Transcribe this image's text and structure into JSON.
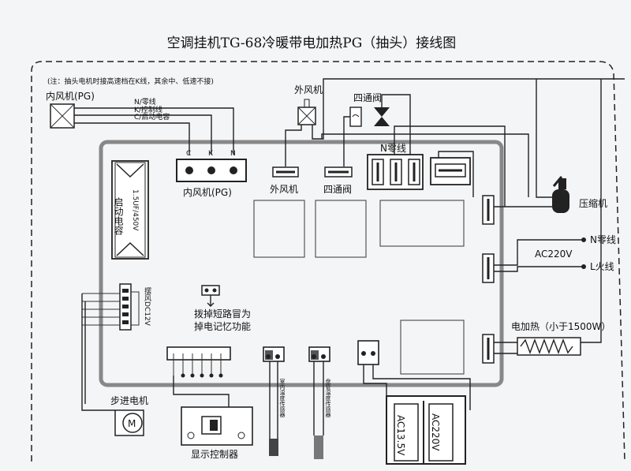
{
  "title": "空调挂机TG-68冷暖带电加热PG（抽头）接线图",
  "note": "(注：抽头电机时接高速档在K线，其余中、低速不接)",
  "indoor_fan": {
    "label": "内风机(PG)",
    "wire_n": "N/零线",
    "wire_k": "K/控制线",
    "wire_c": "C/启动电容",
    "pin_c": "C",
    "pin_k": "K",
    "pin_n": "N",
    "connector_label": "内风机(PG)"
  },
  "outdoor_fan": {
    "label": "外风机",
    "connector_label": "外风机"
  },
  "valve": {
    "label": "四通阀",
    "connector_label": "四通阀"
  },
  "neutral_block": "N零线",
  "compressor": "压缩机",
  "neutral_line": "N零线",
  "voltage": "AC220V",
  "live_line": "L火线",
  "heater": "电加热（小于1500W）",
  "capacitor": {
    "text1": "启动电容",
    "text2": "1.5UF/450V"
  },
  "swing": "摆风DC12V",
  "jumper": {
    "line1": "拨掉短路冒为",
    "line2": "掉电记忆功能"
  },
  "stepper_motor": "步进电机",
  "stepper_symbol": "M",
  "display": "显示控制器",
  "room_sensor": "室内温度传感器",
  "pipe_sensor": "盘管温度传感器",
  "transformer": {
    "low": "AC13.5V",
    "high": "AC220V"
  }
}
